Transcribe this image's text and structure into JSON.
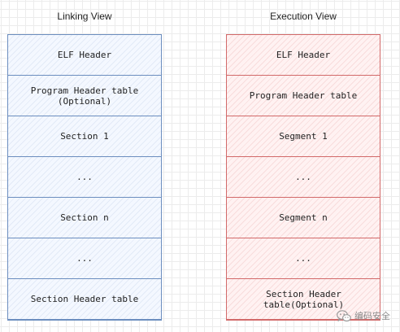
{
  "linking_view": {
    "title": "Linking View",
    "cells": [
      "ELF Header",
      "Program Header table\n(Optional)",
      "Section 1",
      "...",
      "Section n",
      "...",
      "Section Header table"
    ]
  },
  "execution_view": {
    "title": "Execution View",
    "cells": [
      "ELF Header",
      "Program Header table",
      "Segment 1",
      "...",
      "Segment n",
      "...",
      "Section Header table(Optional)"
    ]
  },
  "watermark": {
    "text": "编码安全",
    "icon": "wechat-icon"
  },
  "colors": {
    "linking_stroke": "#6c8ebf",
    "linking_fill": "#dae8fc",
    "execution_stroke": "#d26a6a",
    "execution_fill": "#f8cecc"
  }
}
